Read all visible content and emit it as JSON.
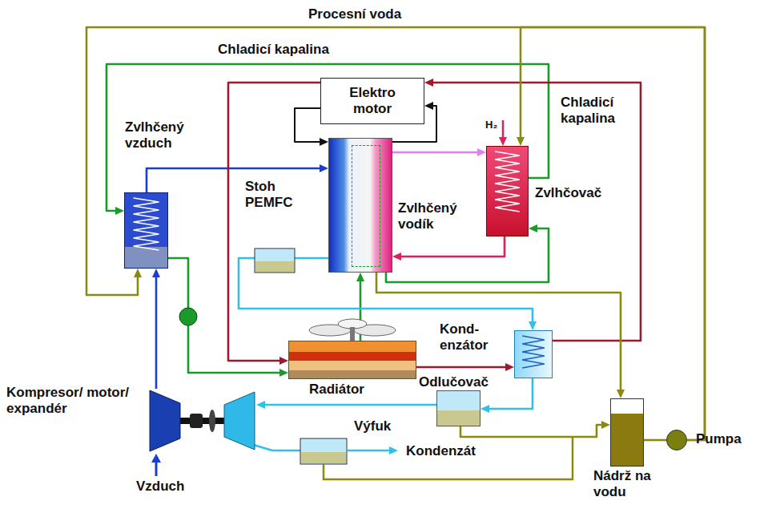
{
  "diagram": {
    "nodes": [
      {
        "text": [
          "Elektro motor"
        ]
      },
      {
        "text": [
          "Stoh PEMFC"
        ]
      },
      {
        "text": [
          "Zvlhčovač"
        ]
      },
      {
        "text": [
          "Zvlhčený vzduch"
        ]
      },
      {
        "text": [
          "Radiátor"
        ]
      },
      {
        "text": [
          "Kond- enzátor"
        ]
      },
      {
        "text": [
          "Odlučovač"
        ]
      },
      {
        "text": [
          "Kompresor/ motor/ expandér"
        ]
      },
      {
        "text": [
          "Nádrž na vodu"
        ]
      },
      {
        "text": [
          "Pumpa"
        ]
      }
    ],
    "edges": [
      {
        "from": 7,
        "to": 3,
        "arrow": "to"
      },
      {
        "from": 3,
        "to": 1,
        "arrow": "to"
      },
      {
        "from": 2,
        "to": 1,
        "label": "Zvlhčený vodík",
        "arrow": "to"
      },
      {
        "from": 1,
        "to": 2,
        "arrow": "to"
      },
      {
        "from": 0,
        "to": 1,
        "arrow": "to"
      },
      {
        "from": 1,
        "to": 0,
        "arrow": "to"
      },
      {
        "from": 4,
        "to": 1,
        "arrow": "to"
      },
      {
        "from": 1,
        "to": 2,
        "arrow": "to"
      },
      {
        "from": 2,
        "to": 3,
        "label": "Chladicí kapalina",
        "arrow": "to"
      },
      {
        "from": 3,
        "to": 4,
        "arrow": "to"
      },
      {
        "from": 0,
        "to": 4,
        "arrow": "to"
      },
      {
        "from": 4,
        "to": 5,
        "arrow": "to"
      },
      {
        "from": 5,
        "to": 0,
        "arrow": "to"
      },
      {
        "from": 1,
        "to": 5,
        "arrow": "to"
      },
      {
        "from": 5,
        "to": 6,
        "arrow": "to"
      },
      {
        "from": 6,
        "to": 7,
        "arrow": "to"
      },
      {
        "from": 9,
        "to": 2,
        "label": "Procesní voda",
        "arrow": "to"
      },
      {
        "from": 9,
        "to": 3,
        "arrow": "to"
      },
      {
        "from": 8,
        "to": 9,
        "arrow": "none"
      },
      {
        "from": 1,
        "to": 8,
        "arrow": "to"
      },
      {
        "from": 6,
        "to": 8,
        "arrow": "to"
      }
    ],
    "labels": [
      "Chladicí kapalina",
      "H₂",
      "Výfuk",
      "Kondenzát",
      "Vzduch"
    ]
  }
}
